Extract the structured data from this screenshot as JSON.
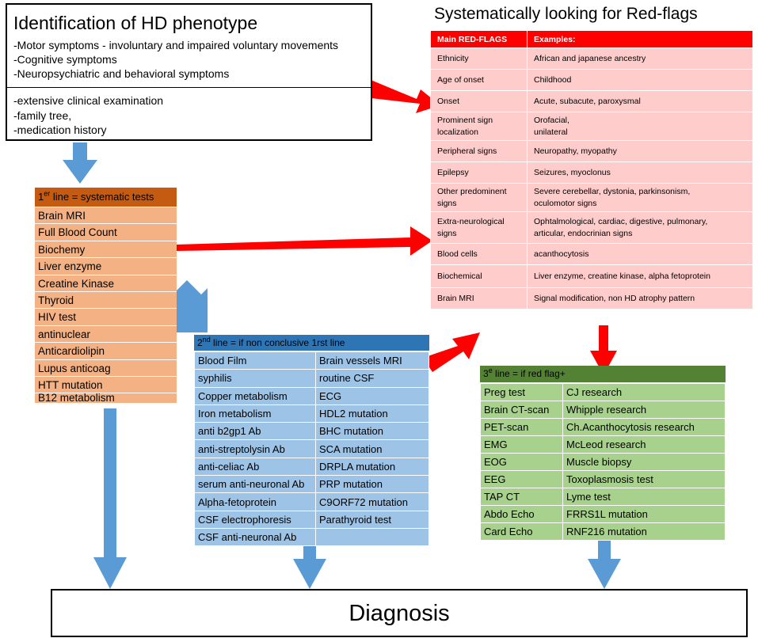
{
  "identification": {
    "title": "Identification of HD phenotype",
    "symptoms": [
      "-Motor symptoms - involuntary and impaired voluntary movements",
      "-Cognitive symptoms",
      "-Neuropsychiatric and behavioral symptoms"
    ],
    "exams": [
      "-extensive clinical examination",
      "-family tree,",
      "-medication history"
    ]
  },
  "red_flags": {
    "heading": "Systematically looking for Red-flags",
    "col_headers": [
      "Main RED-FLAGS",
      "Examples:"
    ],
    "rows": [
      {
        "flag": "Ethnicity",
        "example": "African and japanese ancestry"
      },
      {
        "flag": "Age of onset",
        "example": "Childhood"
      },
      {
        "flag": "Onset",
        "example": "Acute, subacute, paroxysmal"
      },
      {
        "flag": "Prominent sign\nlocalization",
        "example": "Orofacial,\nunilateral"
      },
      {
        "flag": "Peripheral signs",
        "example": "Neuropathy, myopathy"
      },
      {
        "flag": "Epilepsy",
        "example": "Seizures, myoclonus"
      },
      {
        "flag": "Other predominent\nsigns",
        "example": "Severe cerebellar, dystonia, parkinsonism,\noculomotor signs"
      },
      {
        "flag": "Extra-neurological\nsigns",
        "example": "Ophtalmological, cardiac, digestive, pulmonary,\narticular, endocrinian signs"
      },
      {
        "flag": "Blood cells",
        "example": "acanthocytosis"
      },
      {
        "flag": "Biochemical",
        "example": "Liver enzyme, creatine kinase, alpha fetoprotein"
      },
      {
        "flag": "Brain MRI",
        "example": "Signal modification, non HD atrophy pattern"
      }
    ]
  },
  "first_line": {
    "header_num": "1",
    "header_sup": "er",
    "header_rest": " line = systematic tests",
    "items": [
      "Brain MRI",
      "Full Blood Count",
      "Biochemy",
      "Liver enzyme",
      "Creatine Kinase",
      "Thyroid",
      "HIV test",
      "antinuclear",
      "Anticardiolipin",
      "Lupus anticoag",
      "HTT mutation",
      "B12 metabolism"
    ]
  },
  "second_line": {
    "header_num": "2",
    "header_sup": "nd",
    "header_rest": " line = if non conclusive 1rst line",
    "rows": [
      [
        "Blood Film",
        "Brain vessels MRI"
      ],
      [
        "syphilis",
        "routine CSF"
      ],
      [
        "Copper metabolism",
        "ECG"
      ],
      [
        "Iron metabolism",
        "HDL2 mutation"
      ],
      [
        "anti b2gp1 Ab",
        "BHC mutation"
      ],
      [
        "anti-streptolysin Ab",
        "SCA mutation"
      ],
      [
        "anti-celiac Ab",
        "DRPLA mutation"
      ],
      [
        "serum anti-neuronal Ab",
        "PRP mutation"
      ],
      [
        "Alpha-fetoprotein",
        "C9ORF72 mutation"
      ],
      [
        "CSF electrophoresis",
        "Parathyroid test"
      ],
      [
        "CSF anti-neuronal Ab",
        ""
      ]
    ]
  },
  "third_line": {
    "header_num": "3",
    "header_sup": "e",
    "header_rest": " line = if red flag+",
    "rows": [
      [
        "Preg test",
        "CJ research"
      ],
      [
        "Brain CT-scan",
        "Whipple research"
      ],
      [
        "PET-scan",
        "Ch.Acanthocytosis research"
      ],
      [
        "EMG",
        "McLeod research"
      ],
      [
        "EOG",
        "Muscle biopsy"
      ],
      [
        "EEG",
        "Toxoplasmosis test"
      ],
      [
        "TAP CT",
        "Lyme test"
      ],
      [
        "Abdo Echo",
        "FRRS1L mutation"
      ],
      [
        "Card Echo",
        "RNF216 mutation"
      ]
    ]
  },
  "diagnosis": {
    "label": "Diagnosis"
  },
  "colors": {
    "red_arrow": "#ff0000",
    "blue_arrow": "#5b9bd5",
    "red_header": "#ff0000",
    "red_cell": "#ffcccc",
    "first_header": "#c55a11",
    "first_cell": "#f4b183",
    "second_header": "#2e75b6",
    "second_cell": "#9dc3e6",
    "third_header": "#548235",
    "third_cell": "#a9d18e"
  }
}
